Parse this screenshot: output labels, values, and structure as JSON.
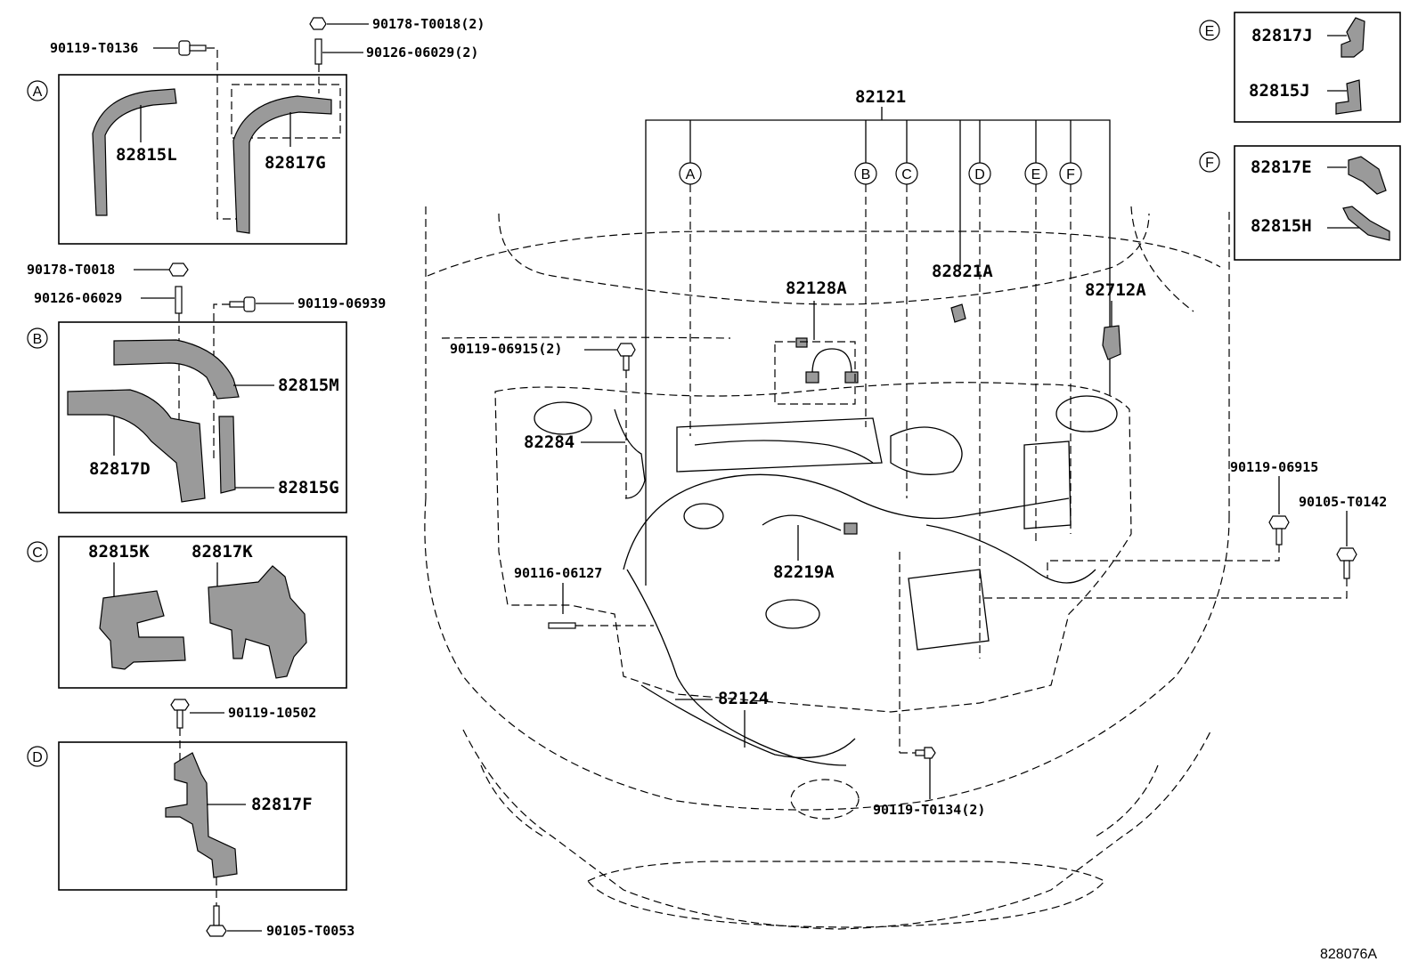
{
  "diagram_id": "828076A",
  "assembly_label": "82121",
  "callouts": [
    "A",
    "B",
    "C",
    "D",
    "E",
    "F"
  ],
  "panel_A": {
    "letter": "A",
    "top_parts": {
      "nut": "90178-T0018(2)",
      "stud": "90126-06029(2)",
      "bolt": "90119-T0136"
    },
    "parts": [
      "82815L",
      "82817G"
    ]
  },
  "panel_B": {
    "letter": "B",
    "top_parts": {
      "nut": "90178-T0018",
      "stud": "90126-06029",
      "bolt": "90119-06939"
    },
    "parts": [
      "82815M",
      "82817D",
      "82815G"
    ]
  },
  "panel_C": {
    "letter": "C",
    "parts": [
      "82815K",
      "82817K"
    ]
  },
  "panel_D": {
    "letter": "D",
    "top_bolt": "90119-10502",
    "bottom_bolt": "90105-T0053",
    "parts": [
      "82817F"
    ]
  },
  "panel_E": {
    "letter": "E",
    "parts": [
      "82817J",
      "82815J"
    ]
  },
  "panel_F": {
    "letter": "F",
    "parts": [
      "82817E",
      "82815H"
    ]
  },
  "engine_labels": {
    "p82128A": "82128A",
    "p82821A": "82821A",
    "p82712A": "82712A",
    "p90119_06915_2": "90119-06915(2)",
    "p82284": "82284",
    "p82219A": "82219A",
    "p90116_06127": "90116-06127",
    "p82124": "82124",
    "p90119_T0134_2": "90119-T0134(2)",
    "p90119_06915": "90119-06915",
    "p90105_T0142": "90105-T0142"
  }
}
